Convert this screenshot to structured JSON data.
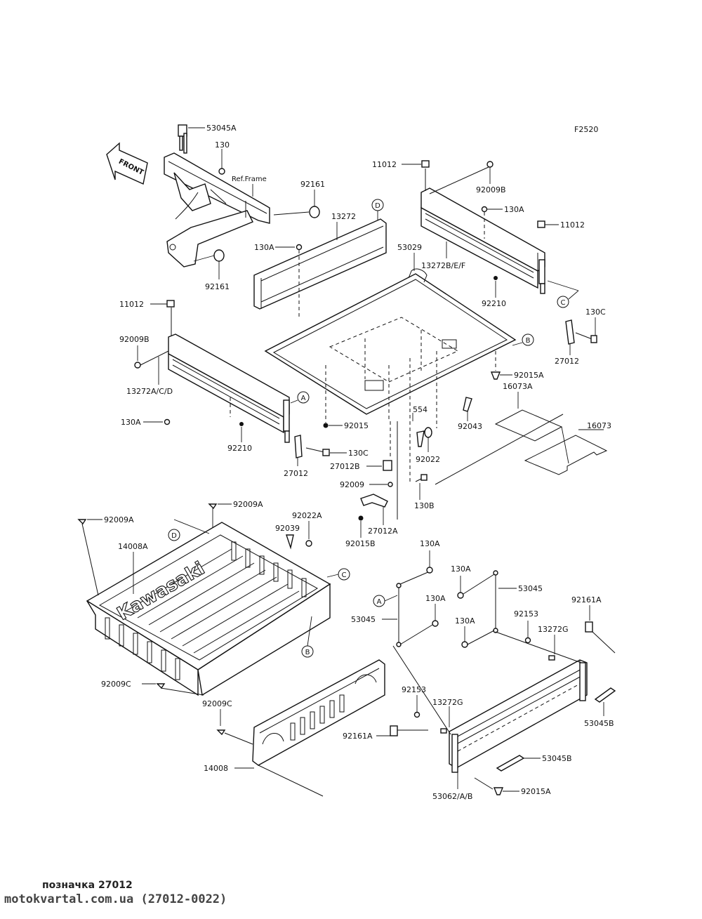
{
  "diagram_code": "F2520",
  "front_arrow_label": "FRONT",
  "ref_frame_label": "Ref.Frame",
  "brand_text": "Kawasaki",
  "callouts": [
    "A",
    "B",
    "C",
    "D"
  ],
  "part_labels": {
    "p53045A": "53045A",
    "p130_top": "130",
    "p92161_upper": "92161",
    "p92161_lower": "92161",
    "p13272": "13272",
    "p130A_1": "130A",
    "p53029": "53029",
    "p11012_top": "11012",
    "p92009B_top": "92009B",
    "p130A_2": "130A",
    "p11012_right": "11012",
    "p13272BEF": "13272B/E/F",
    "p92210_right": "92210",
    "p130C_right": "130C",
    "p27012_right": "27012",
    "p11012_left": "11012",
    "p92009B_left": "92009B",
    "p13272ACD": "13272A/C/D",
    "p130A_3": "130A",
    "p92210_left": "92210",
    "p27012_left": "27012",
    "p130C_left": "130C",
    "p92015": "92015",
    "p554": "554",
    "p92043": "92043",
    "p92015A_top": "92015A",
    "p16073A": "16073A",
    "p16073": "16073",
    "p92022": "92022",
    "p27012B": "27012B",
    "p92009": "92009",
    "p130B": "130B",
    "p27012A": "27012A",
    "p92015B": "92015B",
    "p92009A_1": "92009A",
    "p92009A_2": "92009A",
    "p92022A": "92022A",
    "p92039": "92039",
    "p14008A": "14008A",
    "p92009C_1": "92009C",
    "p92009C_2": "92009C",
    "p14008": "14008",
    "p130A_4": "130A",
    "p130A_5": "130A",
    "p130A_6": "130A",
    "p130A_7": "130A",
    "p53045_upper": "53045",
    "p53045_left": "53045",
    "p92153_upper": "92153",
    "p92161A_right": "92161A",
    "p13272G_upper": "13272G",
    "p92153_lower": "92153",
    "p13272G_lower": "13272G",
    "p92161A_left": "92161A",
    "p53045B_right": "53045B",
    "p53045B_lower": "53045B",
    "p92015A_bottom": "92015A",
    "p53062AB": "53062/A/B"
  },
  "footer": {
    "line1": "позначка 27012",
    "line2": "motokvartal.com.ua (27012-0022)"
  }
}
